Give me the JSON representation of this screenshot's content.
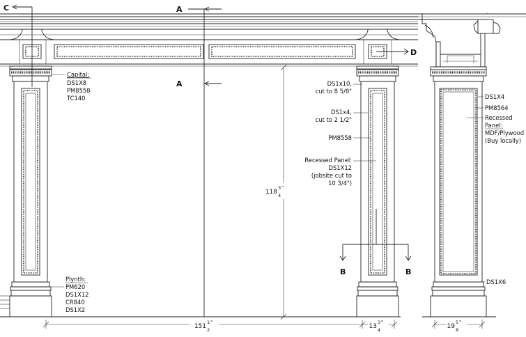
{
  "section_markers": {
    "c": "C",
    "a_top": "A",
    "a_mid": "A",
    "d": "D",
    "b_left": "B",
    "b_right": "B"
  },
  "capital_callout": {
    "heading": "Capital:",
    "items": [
      "DS1X8",
      "PM8558",
      "TC140"
    ]
  },
  "plinth_callout": {
    "heading": "Plynth:",
    "items": [
      "PM620",
      "DS1X12",
      "CR840",
      "DS1X2"
    ]
  },
  "right_column_callouts": {
    "ds1x10": [
      "DS1x10,",
      "cut to 8 5/8\""
    ],
    "ds1x4": [
      "DS1x4,",
      "cut to 2 1/2\""
    ],
    "pm8558": "PM8558",
    "recessed": [
      "Recessed Panel:",
      "DS1X12",
      "(jobsite cut to",
      "10 3/4\")"
    ]
  },
  "side_view_callouts": {
    "ds1x4": "DS1X4",
    "pm8564": "PM8564",
    "recessed_heading": [
      "Recessed",
      "Panel:"
    ],
    "recessed_items": [
      "MDF/Plywood",
      "(Buy locally)"
    ],
    "ds1x6": "DS1X6"
  },
  "dimensions": {
    "height": {
      "whole": "118",
      "num": "3",
      "den": "4",
      "unit": "\""
    },
    "opening_width": {
      "whole": "151",
      "num": "1",
      "den": "2",
      "unit": "\""
    },
    "column_width": {
      "whole": "13",
      "num": "3",
      "den": "4",
      "unit": "\""
    },
    "side_depth": {
      "whole": "19",
      "num": "5",
      "den": "8",
      "unit": "\""
    }
  }
}
